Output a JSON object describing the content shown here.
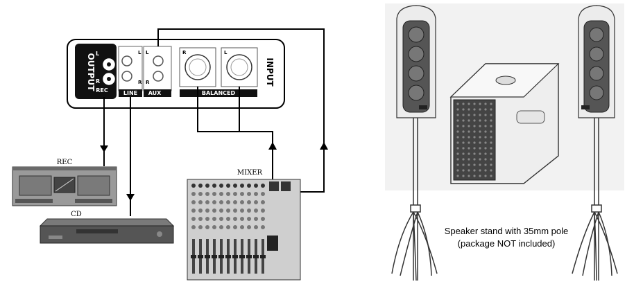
{
  "panel": {
    "output_label": "OUTPUT",
    "input_label": "INPUT",
    "rec_label": "REC",
    "line_label": "LINE",
    "aux_label": "AUX",
    "balanced_label": "BALANCED",
    "left_marker": "L",
    "right_marker": "R"
  },
  "devices": {
    "rec_label": "REC",
    "cd_label": "CD",
    "mixer_label": "MIXER"
  },
  "caption": {
    "line1": "Speaker stand with 35mm pole",
    "line2": "(package NOT included)"
  },
  "colors": {
    "line": "#000000",
    "panel_fill": "#ffffff",
    "label_block": "#111111",
    "device_gray": "#8a8a8a",
    "background_right": "#f2f2f2"
  }
}
